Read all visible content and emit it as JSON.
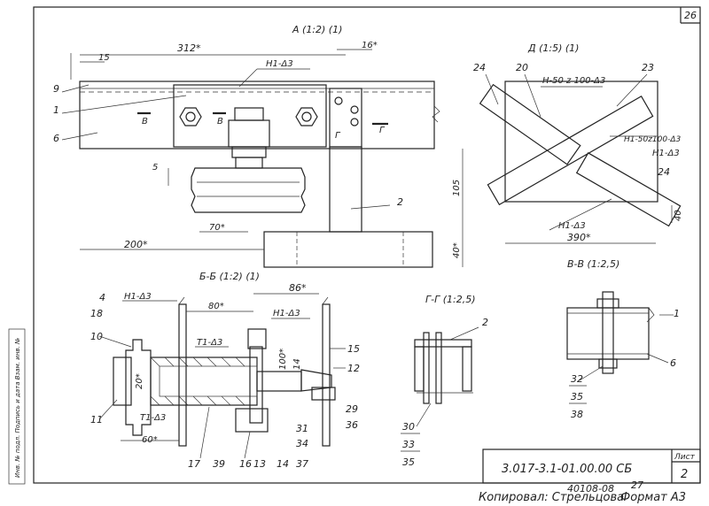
{
  "sheet_number_top": "26",
  "sheet_label": "Лист",
  "sheet_number": "2",
  "doc_code": "3.017-3.1-01.00.00 СБ",
  "inv_stamp": "40108-08",
  "inv_side": "27",
  "copied_by": "Копировал: Стрельцова",
  "format": "Формат А3",
  "left_margin_text": "Инв. № подл. Подпись и дата Взам. инв. №",
  "views": {
    "A": {
      "title": "А (1:2) (1)",
      "dims": [
        "312*",
        "15",
        "16*",
        "5",
        "70*",
        "200*",
        "105",
        "40*"
      ],
      "weld": "Н1-Δ3",
      "cuts": [
        "В",
        "В",
        "Г",
        "Г"
      ],
      "callouts": [
        "9",
        "1",
        "6",
        "2"
      ]
    },
    "D": {
      "title": "Д (1:5) (1)",
      "weld_labels": [
        "Н-50 z 100-Δ3",
        "Н1-50z100-Δ3",
        "Н1-Δ3",
        "Н1-Δ3"
      ],
      "callouts": [
        "24",
        "20",
        "23",
        "24"
      ],
      "dims": [
        "390*",
        "40"
      ]
    },
    "B": {
      "title": "Б-Б (1:2) (1)",
      "dims": [
        "86*",
        "80*",
        "20*",
        "60*",
        "100*",
        "14"
      ],
      "welds": [
        "Н1-Δ3",
        "Н1-Δ3",
        "Т1-Δ3",
        "Т1-Δ3"
      ],
      "callouts": [
        "4",
        "18",
        "10",
        "11",
        "17",
        "39",
        "16",
        "13",
        "14",
        "37",
        "34",
        "31",
        "36",
        "29",
        "12",
        "15"
      ]
    },
    "G": {
      "title": "Г-Г (1:2,5)",
      "callouts": [
        "2",
        "30",
        "33",
        "35"
      ]
    },
    "V": {
      "title": "В-В (1:2,5)",
      "callouts": [
        "1",
        "6",
        "32",
        "35",
        "38"
      ]
    }
  }
}
